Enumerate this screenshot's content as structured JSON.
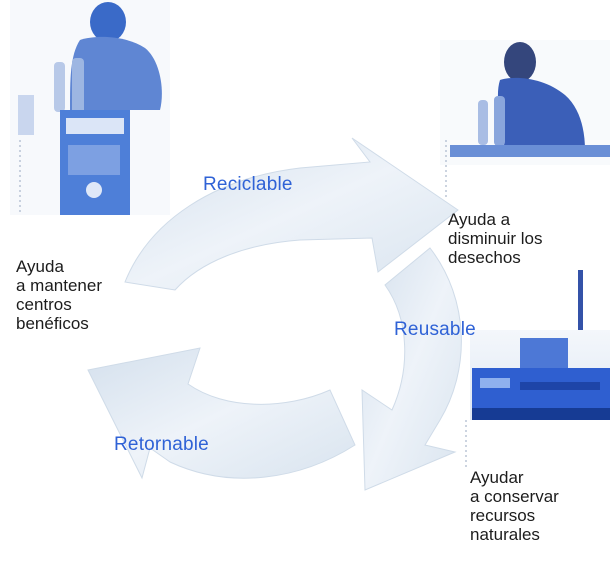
{
  "diagram": {
    "cycle_labels": {
      "top": "Reciclable",
      "right": "Reusable",
      "bottom": "Retornable"
    },
    "captions": {
      "left": [
        "Ayuda",
        "a mantener",
        "centros",
        "benéficos"
      ],
      "top_right": [
        "Ayuda a",
        "disminuir los",
        "desechos"
      ],
      "bottom_right": [
        "Ayudar",
        "a conservar",
        "recursos",
        "naturales"
      ]
    },
    "pictures": [
      "man-with-bottles-and-recycling-box-photo",
      "man-with-bottles-photo",
      "industrial-building-photo"
    ],
    "colors": {
      "accent": "#2f62d6",
      "arrow_light": "#e3ebf4",
      "arrow_mid": "#c9d7e6"
    }
  }
}
